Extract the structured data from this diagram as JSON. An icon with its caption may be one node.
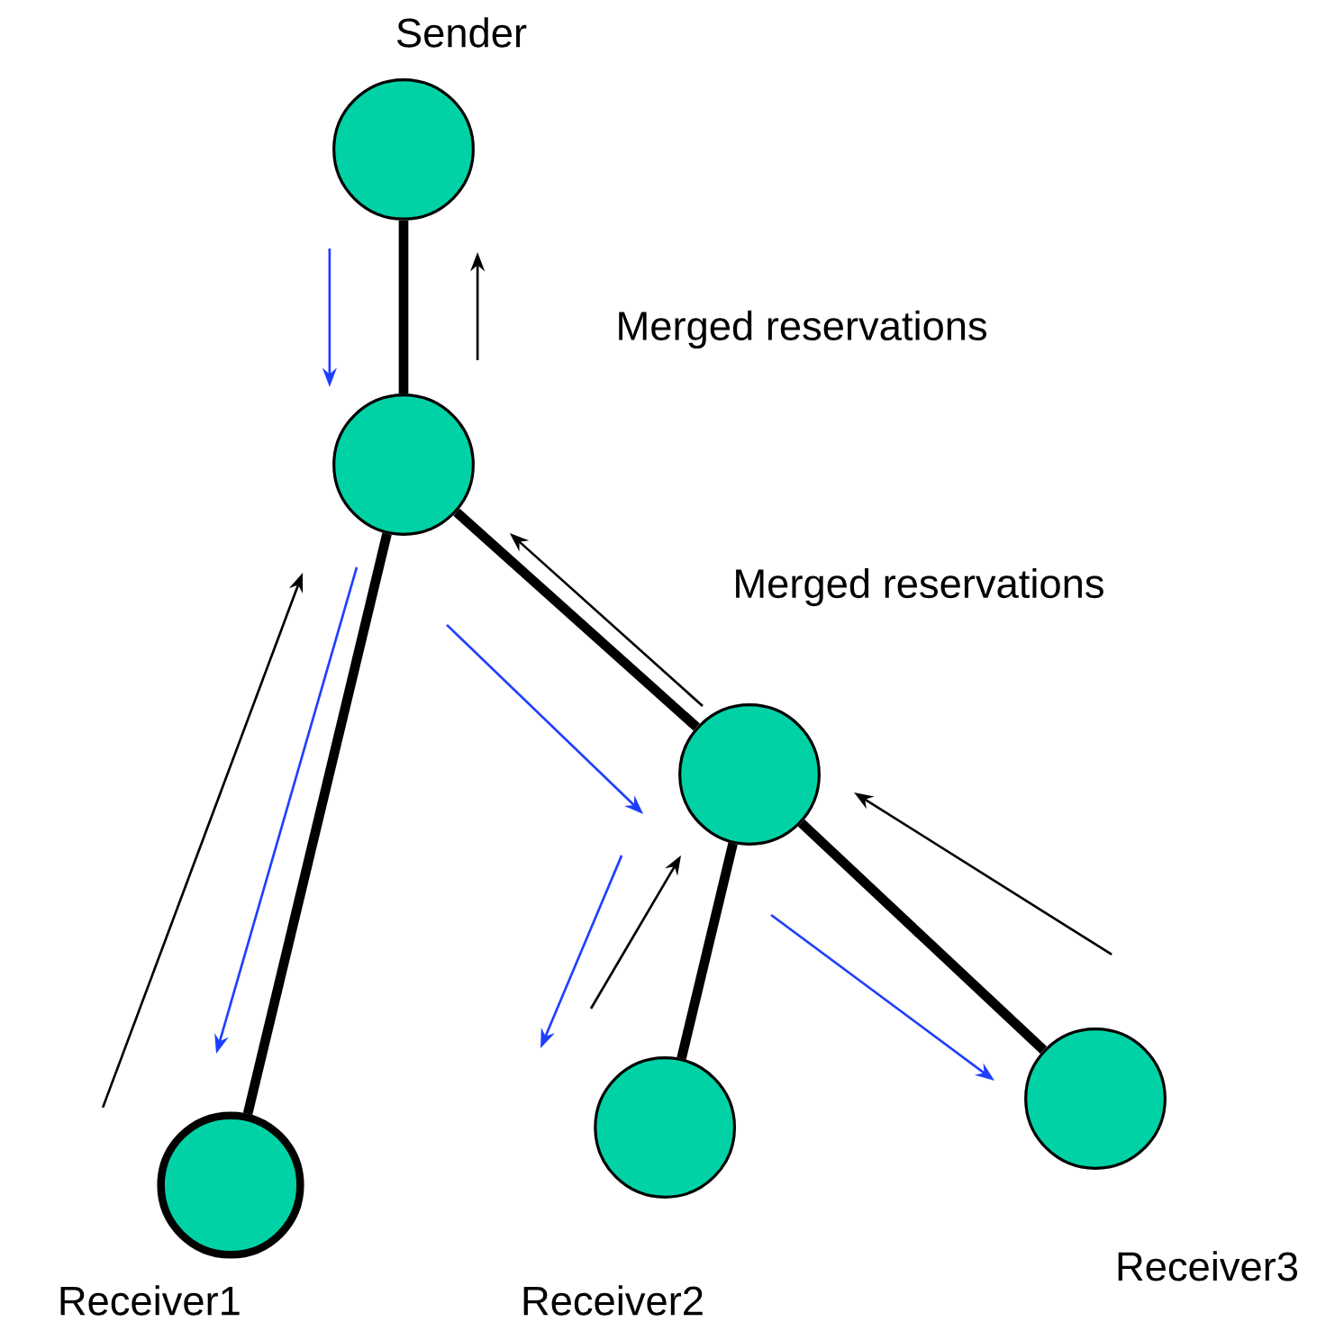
{
  "diagram": {
    "nodes": [
      {
        "text": [],
        "shape": "circle",
        "beside": [
          "Sender"
        ]
      },
      {
        "text": [],
        "shape": "circle"
      },
      {
        "text": [],
        "shape": "circle"
      },
      {
        "text": [],
        "shape": "circle",
        "beside": [
          "Receiver1"
        ]
      },
      {
        "text": [],
        "shape": "circle",
        "beside": [
          "Receiver2"
        ]
      },
      {
        "text": [],
        "shape": "circle",
        "beside": [
          "Receiver3"
        ]
      }
    ],
    "edges": [
      {
        "from": 0,
        "to": 1,
        "arrow": "none"
      },
      {
        "from": 1,
        "to": 3,
        "arrow": "none"
      },
      {
        "from": 1,
        "to": 2,
        "arrow": "none"
      },
      {
        "from": 2,
        "to": 4,
        "arrow": "none"
      },
      {
        "from": 2,
        "to": 5,
        "arrow": "none"
      }
    ],
    "labels": [
      "Merged reservations",
      "Merged reservations"
    ]
  }
}
